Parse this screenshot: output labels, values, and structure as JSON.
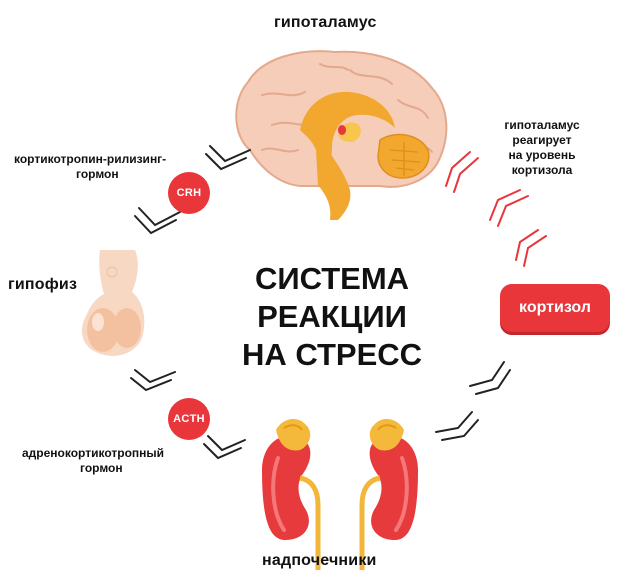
{
  "diagram": {
    "center_title": [
      "СИСТЕМА",
      "РЕАКЦИИ",
      "НА СТРЕСС"
    ],
    "hypothalamus_label": "гипоталамус",
    "pituitary_label": "гипофиз",
    "adrenals_label": "надпочечники",
    "crh_description": [
      "кортикотропин-рилизинг-",
      "гормон"
    ],
    "crh_badge": "CRH",
    "acth_description": [
      "адренокортикотропный",
      "гормон"
    ],
    "acth_badge": "ACTH",
    "feedback_description": [
      "гипоталамус",
      "реагирует",
      "на уровень",
      "кортизола"
    ],
    "cortisol_label": "кортизол",
    "icons": [
      "brain-icon",
      "pituitary-gland-icon",
      "adrenal-kidney-icon",
      "chevron-arrow-icon"
    ],
    "colors": {
      "accent_red": "#e8363b",
      "brain": "#f4c9b4",
      "hypothalamus": "#f2a72e",
      "kidney": "#e63a3d",
      "adrenal": "#f4b93a"
    }
  }
}
